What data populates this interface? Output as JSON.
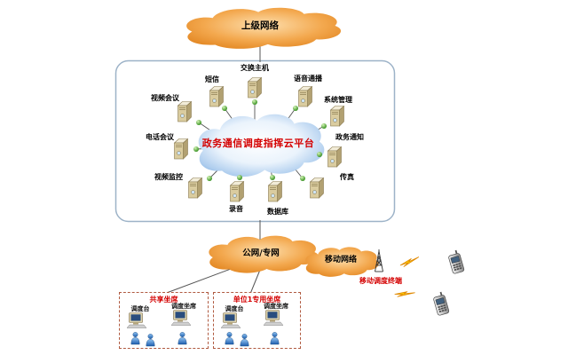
{
  "clouds": {
    "top": {
      "label": "上级网络"
    },
    "center": {
      "label": "政务通信调度指挥云平台"
    },
    "public": {
      "label": "公网/专网"
    },
    "mobile": {
      "label": "移动网络"
    }
  },
  "servers": [
    {
      "label": "交换主机"
    },
    {
      "label": "短信"
    },
    {
      "label": "语音通播"
    },
    {
      "label": "视频会议"
    },
    {
      "label": "系统管理"
    },
    {
      "label": "电话会议"
    },
    {
      "label": "政务通知"
    },
    {
      "label": "视频监控"
    },
    {
      "label": "传真"
    },
    {
      "label": "录音"
    },
    {
      "label": "数据库"
    }
  ],
  "mobile_section": {
    "terminal_label": "移动调度终端"
  },
  "seat_groups": [
    {
      "title": "共享坐席",
      "items": [
        {
          "label": "调度台"
        },
        {
          "label": "调度坐席"
        }
      ]
    },
    {
      "title": "单位1专用坐席",
      "items": [
        {
          "label": "调度台"
        },
        {
          "label": "调度坐席"
        }
      ]
    }
  ],
  "colors": {
    "cloud-orange": "#ef9133",
    "cloud-blue": "#7db3e8",
    "accent-red": "#d40000",
    "dot-green": "#3f9a1e"
  }
}
